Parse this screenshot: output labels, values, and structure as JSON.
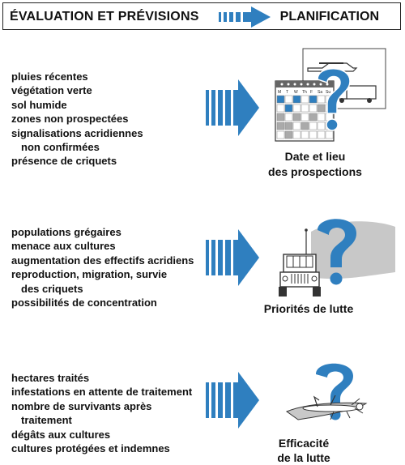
{
  "header": {
    "left": "ÉVALUATION ET PRÉVISIONS",
    "right": "PLANIFICATION"
  },
  "sections": [
    {
      "items": [
        {
          "text": "pluies récentes",
          "indent": false
        },
        {
          "text": "végétation verte",
          "indent": false
        },
        {
          "text": "sol humide",
          "indent": false
        },
        {
          "text": "zones non prospectées",
          "indent": false
        },
        {
          "text": "signalisations acridiennes",
          "indent": false
        },
        {
          "text": "non confirmées",
          "indent": true
        },
        {
          "text": "présence de criquets",
          "indent": false
        }
      ],
      "caption_line1": "Date et lieu",
      "caption_line2": "des prospections"
    },
    {
      "items": [
        {
          "text": "populations grégaires",
          "indent": false
        },
        {
          "text": "menace aux cultures",
          "indent": false
        },
        {
          "text": "augmentation des effectifs acridiens",
          "indent": false
        },
        {
          "text": "reproduction, migration, survie",
          "indent": false
        },
        {
          "text": "des criquets",
          "indent": true
        },
        {
          "text": "possibilités de concentration",
          "indent": false
        }
      ],
      "caption_line1": "Priorités de lutte",
      "caption_line2": ""
    },
    {
      "items": [
        {
          "text": "hectares traités",
          "indent": false
        },
        {
          "text": "infestations en attente de traitement",
          "indent": false
        },
        {
          "text": "nombre de survivants après",
          "indent": false
        },
        {
          "text": "traitement",
          "indent": true
        },
        {
          "text": "dégâts aux cultures",
          "indent": false
        },
        {
          "text": "cultures protégées et indemnes",
          "indent": false
        }
      ],
      "caption_line1": "Efficacité",
      "caption_line2": "de la lutte"
    }
  ],
  "calendar": {
    "day_headers": [
      "M",
      "T",
      "W",
      "Th",
      "F",
      "Sa",
      "Su"
    ]
  },
  "icons": {
    "arrow": "striped-right-arrow-icon",
    "question": "question-mark-icon",
    "calendar": "calendar-icon",
    "airplane": "airplane-icon",
    "truck": "truck-icon",
    "vehicle": "vehicle-icon",
    "locust": "dead-locust-icon"
  },
  "colors": {
    "accent": "#2f7fbf",
    "accent_dark": "#1e6aa8",
    "shadow_gray": "#c8c8c8"
  }
}
